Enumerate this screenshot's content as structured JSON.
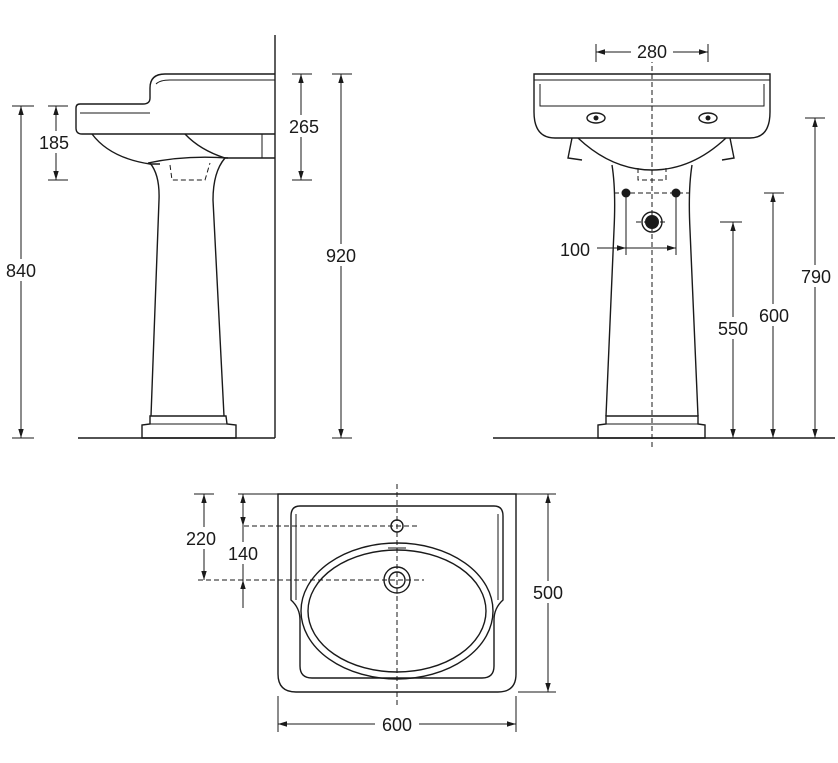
{
  "dimensions": {
    "side_bowl_height": "185",
    "side_total_height": "840",
    "side_backsplash_height": "265",
    "side_total_with_backsplash": "920",
    "front_tap_spacing": "280",
    "front_fixing_spacing": "100",
    "front_waste_height": "550",
    "front_fixing_height": "600",
    "front_rim_height": "790",
    "plan_tap_offset": "220",
    "plan_waste_offset": "140",
    "plan_depth": "500",
    "plan_width": "600"
  }
}
